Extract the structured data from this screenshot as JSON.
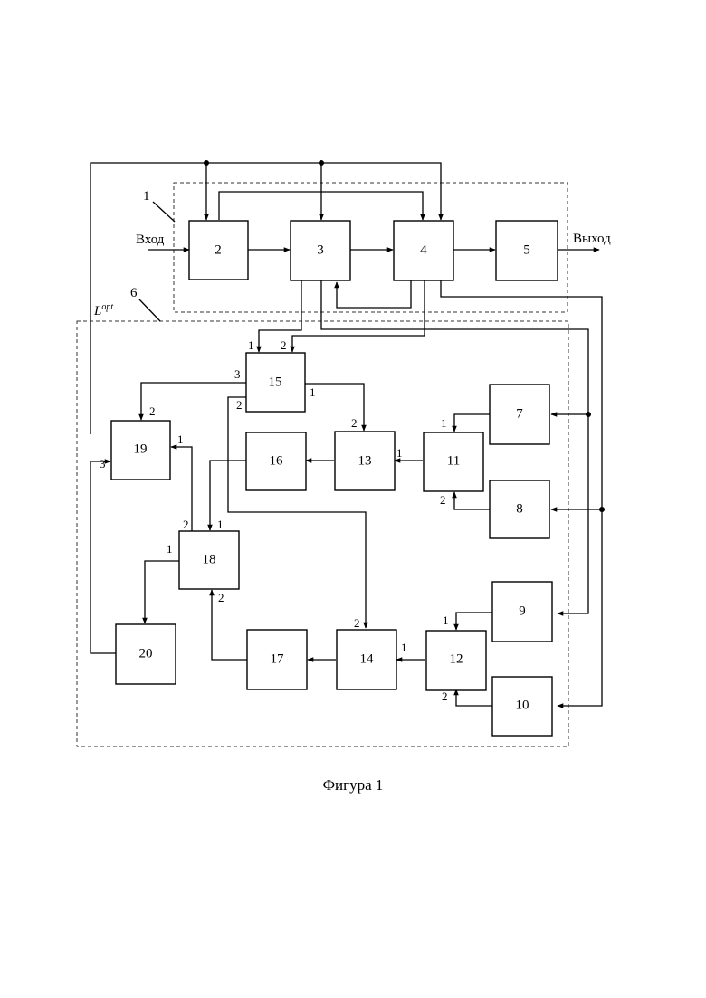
{
  "labels": {
    "input": "Вход",
    "output": "Выход",
    "group1": "1",
    "group6": "6",
    "lopt_main": "L",
    "lopt_sup": "opt",
    "caption": "Фигура 1"
  },
  "blocks": {
    "b2": "2",
    "b3": "3",
    "b4": "4",
    "b5": "5",
    "b7": "7",
    "b8": "8",
    "b9": "9",
    "b10": "10",
    "b11": "11",
    "b12": "12",
    "b13": "13",
    "b14": "14",
    "b15": "15",
    "b16": "16",
    "b17": "17",
    "b18": "18",
    "b19": "19",
    "b20": "20"
  },
  "ports": {
    "p15_1in": "1",
    "p15_2in": "2",
    "p15_3": "3",
    "p15_1": "1",
    "p15_2": "2",
    "p13_2": "2",
    "p13_1": "1",
    "p11_1": "1",
    "p11_2": "2",
    "p19_2": "2",
    "p19_1": "1",
    "p19_3": "3",
    "p18_2": "2",
    "p18_1top": "1",
    "p18_1": "1",
    "p18_2b": "2",
    "p14_2": "2",
    "p14_1": "1",
    "p12_1": "1",
    "p12_2": "2"
  }
}
